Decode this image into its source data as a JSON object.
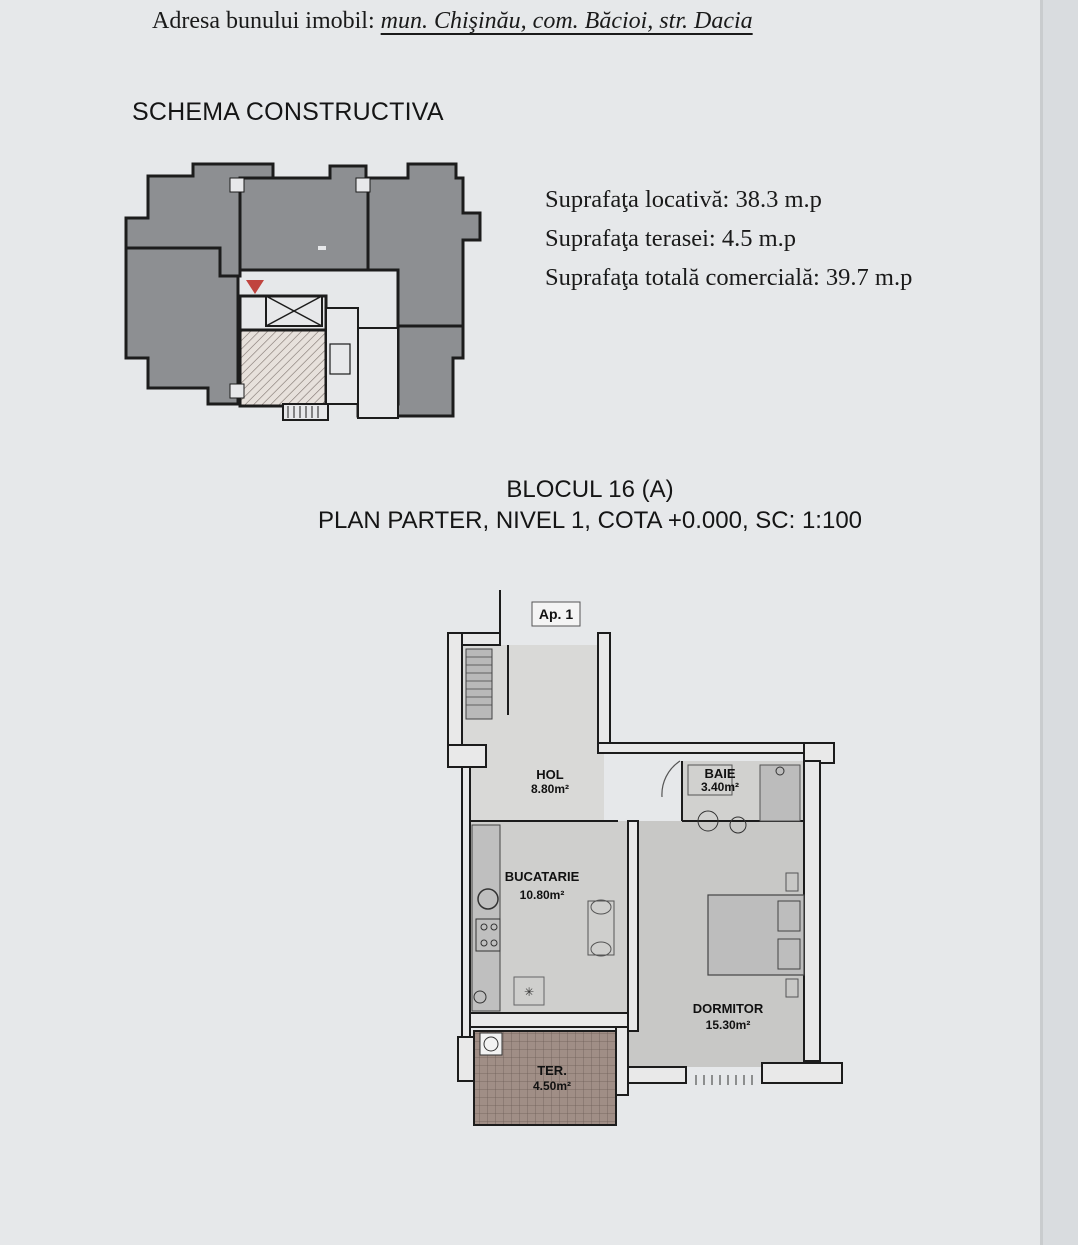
{
  "address": {
    "label": "Adresa bunului imobil:",
    "value": "mun. Chişinău, com. Băcioi, str. Dacia"
  },
  "schema_title": "SCHEMA CONSTRUCTIVA",
  "areas": {
    "living": "Suprafaţa locativă: 38.3 m.p",
    "terrace": "Suprafaţa terasei: 4.5 m.p",
    "total": "Suprafaţa totală comercială: 39.7 m.p"
  },
  "block": {
    "title": "BLOCUL 16 (A)",
    "subtitle": "PLAN PARTER, NIVEL 1, COTA +0.000, SC: 1:100"
  },
  "plan": {
    "apartment": "Ap. 1",
    "rooms": [
      {
        "name": "HOL",
        "area": "8.80m²"
      },
      {
        "name": "BAIE",
        "area": "3.40m²"
      },
      {
        "name": "BUCATARIE",
        "area": "10.80m²"
      },
      {
        "name": "DORMITOR",
        "area": "15.30m²"
      },
      {
        "name": "TER.",
        "area": "4.50m²"
      }
    ]
  }
}
